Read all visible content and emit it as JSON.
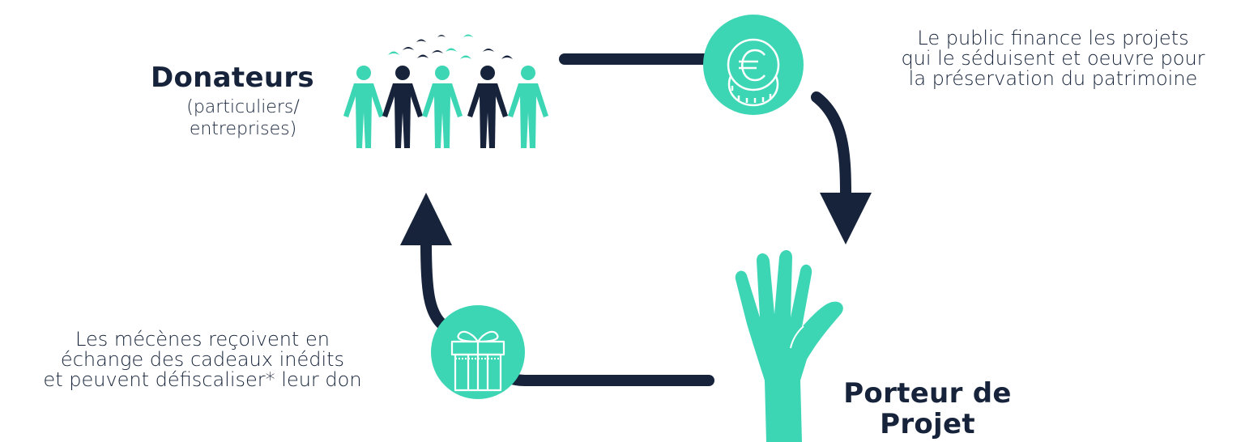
{
  "donors": {
    "title": "Donateurs",
    "subtitle_line1": "(particuliers/",
    "subtitle_line2": "entreprises)"
  },
  "finance_note": {
    "line1": "Le public finance les projets",
    "line2": "qui le séduisent et oeuvre pour",
    "line3": "la préservation du patrimoine"
  },
  "reward_note": {
    "line1": "Les mécènes reçoivent en",
    "line2": "échange des cadeaux inédits",
    "line3": "et peuvent défiscaliser* leur don"
  },
  "project_owner": {
    "line1": "Porteur de",
    "line2": "Projet"
  },
  "colors": {
    "accent": "#3dd6b5",
    "dark": "#16233a",
    "white": "#ffffff"
  },
  "icons": {
    "crowd": "crowd-icon",
    "coin": "euro-coin-icon",
    "gift": "gift-icon",
    "hand": "raised-hand-icon"
  }
}
